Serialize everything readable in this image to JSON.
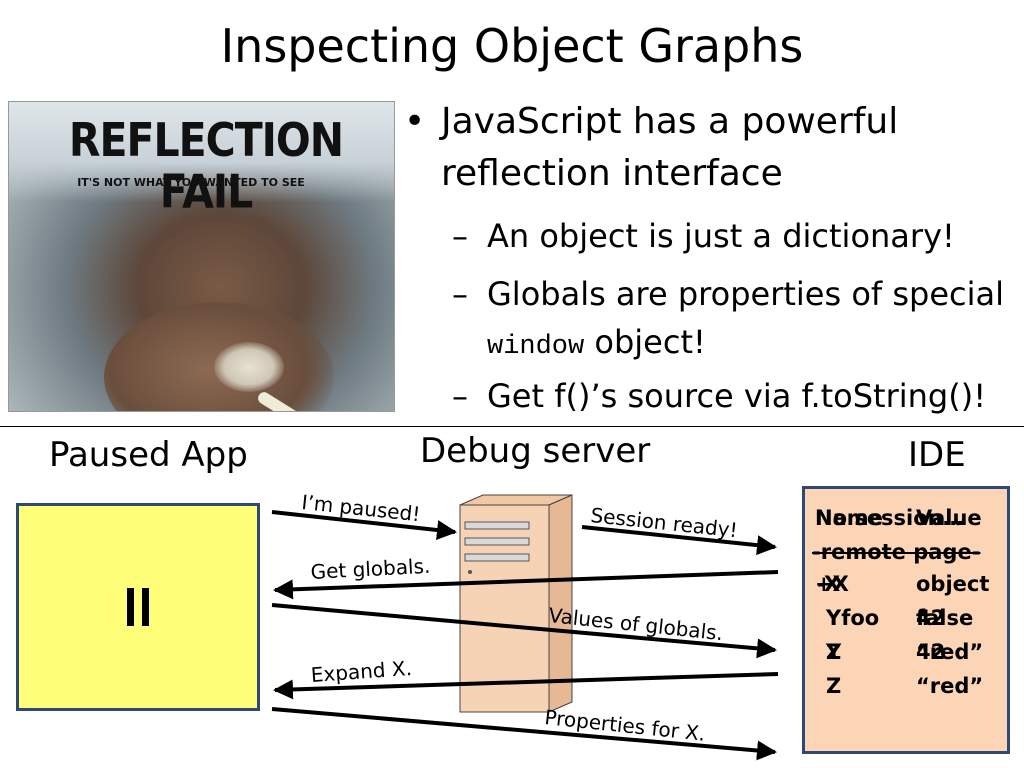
{
  "slide": {
    "title": "Inspecting Object Graphs"
  },
  "image": {
    "headline": "REFLECTION FAIL",
    "subline": "IT'S NOT WHAT YOU WANTED TO SEE"
  },
  "bullets": {
    "main_marker": "•",
    "main_text": "JavaScript has a powerful reflection interface",
    "sub_marker": "–",
    "sub1": "An object is just a dictionary!",
    "sub2_part1": "Globals are properties of special",
    "sub2_code": "window",
    "sub2_part2": "object!",
    "sub3": "Get f()’s source via f.toString()!"
  },
  "labels": {
    "paused_app": "Paused App",
    "debug_server": "Debug server",
    "ide": "IDE"
  },
  "app": {
    "pause_symbol": "II"
  },
  "messages": {
    "m1": "I’m paused!",
    "m2": "Session ready!",
    "m3": "Get globals.",
    "m4": "Values of globals.",
    "m5": "Expand X.",
    "m6": "Properties for X."
  },
  "ide_overlay": {
    "l1a": "No session…",
    "l1b": "Name",
    "l1c": "Value",
    "l2": "-remote page-",
    "l3a": "+X",
    "l3b": "-X",
    "l3c": "object",
    "l4a": "Yfoo",
    "l4b": "false",
    "l4c": "42",
    "l5a": "Z",
    "l5b": "Y",
    "l5c": "“red”",
    "l5d": "42",
    "l6a": "Z",
    "l6b": "“red”"
  },
  "colors": {
    "app_fill": "#ffff7a",
    "ide_fill": "#fbd5b5",
    "box_border": "#2e4a72",
    "server_fill": "#f7d3b6"
  }
}
